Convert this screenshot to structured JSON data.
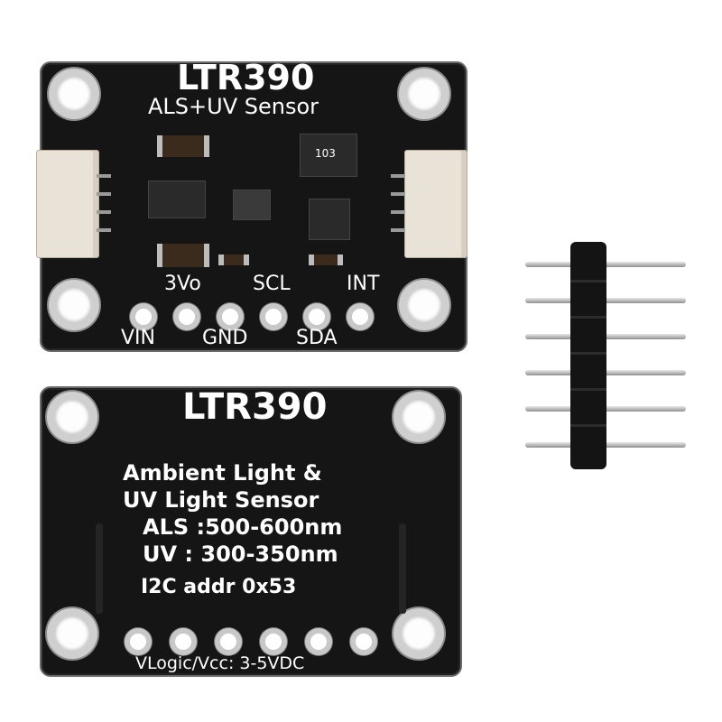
{
  "front": {
    "title": "LTR390",
    "subtitle": "ALS+UV Sensor",
    "ic_marking": "103",
    "pin_labels_top": [
      "3Vo",
      "SCL",
      "INT"
    ],
    "pin_labels_bottom": [
      "VIN",
      "GND",
      "SDA"
    ]
  },
  "back": {
    "title": "LTR390",
    "lines": [
      "Ambient Light &",
      "UV Light Sensor",
      "ALS :500-600nm",
      "UV : 300-350nm",
      "I2C addr 0x53"
    ],
    "footer": "VLogic/Vcc: 3-5VDC"
  },
  "colors": {
    "pcb": "#151515",
    "silkscreen": "#ffffff",
    "connector": "#e9e2d6",
    "background": "#ffffff"
  },
  "header": {
    "pin_count": 6
  }
}
